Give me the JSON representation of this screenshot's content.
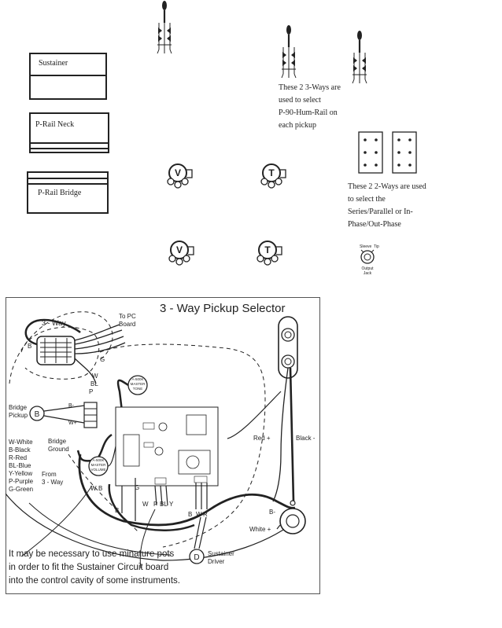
{
  "top": {
    "sustainer_label": "Sustainer",
    "prail_neck_label": "P-Rail Neck",
    "prail_bridge_label": "P-Rail Bridge",
    "switch_note_lines": [
      "These 2 3-Ways are",
      "used to select",
      "P-90-Hum-Rail on",
      "each pickup"
    ],
    "twoway_note_lines": [
      "These 2 2-Ways are used",
      "to select the",
      "Series/Parallel or In-",
      "Phase/Out-Phase"
    ],
    "volume_knob_letter": "V",
    "tone_knob_letter": "T",
    "jack_sleeve": "Sleeve",
    "jack_tip": "Tip",
    "jack_caption_1": "Output",
    "jack_caption_2": "Jack"
  },
  "diagram": {
    "title": "3 - Way Pickup Selector",
    "to_pc_board": [
      "To PC",
      "Board"
    ],
    "three_way": "3 - Way",
    "bridge_pickup": [
      "Bridge",
      "Pickup"
    ],
    "bridge_ground": [
      "Bridge",
      "Ground"
    ],
    "color_legend": [
      "W-White",
      "B-Black",
      "R-Red",
      "BL-Blue",
      "Y-Yellow",
      "P-Purple",
      "G-Green"
    ],
    "from_3way": [
      "From",
      "3 - Way"
    ],
    "master_tone": [
      "A-500K",
      "MASTER",
      "TONE"
    ],
    "master_volume": [
      "A-500K",
      "MASTER",
      "VOLUME"
    ],
    "red_plus": "Red +",
    "black_minus": "Black -",
    "white_plus": "White +",
    "b_minus": "B-",
    "sustainer_driver": [
      "Sustainer",
      "Driver"
    ],
    "driver_letter": "D",
    "bridge_letter": "B",
    "wire_letters": {
      "w": "W",
      "bl": "BL",
      "p": "P",
      "b": "B",
      "g": "G",
      "bminus": "B-",
      "wplus": "W+"
    },
    "bottom_wires_left": [
      "B",
      "W",
      "P",
      "BL",
      "Y"
    ],
    "bottom_wires_right": [
      "B",
      "W",
      "R"
    ],
    "note": [
      "It may be necessary to use minature pots",
      "in order to fit the Sustainer Circuit board",
      "into the control cavity of some instruments."
    ]
  }
}
